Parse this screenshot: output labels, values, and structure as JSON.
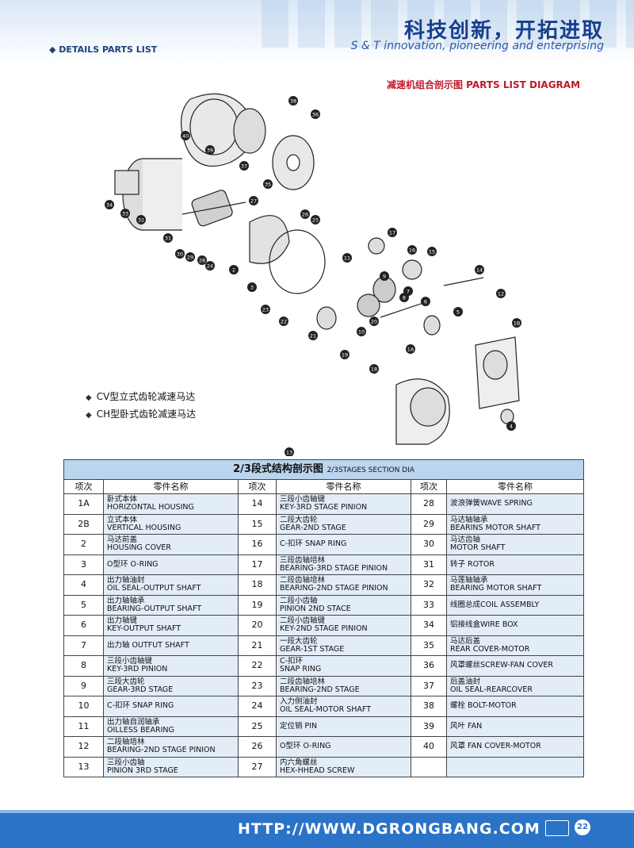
{
  "header": {
    "slogan_cn": "科技创新，开拓进取",
    "slogan_en": "S & T innovation, pioneering and enterprising",
    "section": "DETAILS PARTS LIST",
    "diagram_title": "减速机组合剖示图 PARTS LIST DIAGRAM"
  },
  "diagram_labels": [
    "1A",
    "1B",
    "2",
    "3",
    "4",
    "5",
    "6",
    "7",
    "8",
    "9",
    "10",
    "11",
    "12",
    "13",
    "14",
    "15",
    "16",
    "17",
    "18",
    "19",
    "20",
    "21",
    "22",
    "23",
    "24",
    "25",
    "26",
    "27",
    "28",
    "29",
    "30",
    "31",
    "32",
    "33",
    "34",
    "35",
    "36",
    "37",
    "38",
    "39",
    "40"
  ],
  "legend": [
    "CV型立式齿轮减速马达",
    "CH型卧式齿轮减速马达"
  ],
  "table": {
    "title": "2/3段式结构剖示图",
    "title_en": "2/3STAGES SECTION DIA",
    "col_no": "项次",
    "col_name": "零件名称",
    "rows": [
      [
        [
          "1A",
          "卧式本体",
          "HORIZONTAL HOUSING"
        ],
        [
          "14",
          "三段小齿轴键",
          "KEY-3RD STAGE PINION"
        ],
        [
          "28",
          "",
          "波浪弹簧WAVE SPRING"
        ]
      ],
      [
        [
          "2B",
          "立式本体",
          "VERTICAL HOUSING"
        ],
        [
          "15",
          "二段大齿轮",
          "GEAR-2ND STAGE"
        ],
        [
          "29",
          "马达轴轴承",
          "BEARINS MOTOR SHAFT"
        ]
      ],
      [
        [
          "2",
          "马达前盖",
          "HOUSING COVER"
        ],
        [
          "16",
          "",
          "C-扣环 SNAP RING"
        ],
        [
          "30",
          "马达齿轴",
          "MOTOR SHAFT"
        ]
      ],
      [
        [
          "3",
          "",
          "O型环 O-RING"
        ],
        [
          "17",
          "三段齿轴培林",
          "BEARING-3RD STAGE PINION"
        ],
        [
          "31",
          "",
          "转子 ROTOR"
        ]
      ],
      [
        [
          "4",
          "出力轴油封",
          "OIL SEAL-OUTPUT SHAFT"
        ],
        [
          "18",
          "二段齿轴培林",
          "BEARING-2ND STAGE PINION"
        ],
        [
          "32",
          "马莲轴轴承",
          "BEARING MOTOR SHAFT"
        ]
      ],
      [
        [
          "5",
          "出力轴轴承",
          "BEARING-OUTPUT SHAFT"
        ],
        [
          "19",
          "二段小齿轴",
          "PINION 2ND STACE"
        ],
        [
          "33",
          "",
          "线圈总成COIL ASSEMBLY"
        ]
      ],
      [
        [
          "6",
          "出力轴键",
          "KEY-OUTPUT SHAFT"
        ],
        [
          "20",
          "二段小齿轴键",
          "KEY-2ND STAGE PINION"
        ],
        [
          "34",
          "",
          "铝接线盒WIRE BOX"
        ]
      ],
      [
        [
          "7",
          "",
          "出力轴 OUTFUT SHAFT"
        ],
        [
          "21",
          "一段大齿轮",
          "GEAR-1ST STAGE"
        ],
        [
          "35",
          "马达后盖",
          "REAR COVER-MOTOR"
        ]
      ],
      [
        [
          "8",
          "三段小齿轴键",
          "KEY-3RD PINION"
        ],
        [
          "22",
          "C-扣环",
          "SNAP RING"
        ],
        [
          "36",
          "",
          "风罩螺丝SCREW-FAN COVER"
        ]
      ],
      [
        [
          "9",
          "三段大齿轮",
          "GEAR-3RD STAGE"
        ],
        [
          "23",
          "二段齿轴培林",
          "BEARING-2ND STAGE"
        ],
        [
          "37",
          "后盖油封",
          "OIL SEAL-REARCOVER"
        ]
      ],
      [
        [
          "10",
          "",
          "C-扣环 SNAP RING"
        ],
        [
          "24",
          "入力侧油封",
          "OIL SEAL-MOTOR SHAFT"
        ],
        [
          "38",
          "",
          "螺栓 BOLT-MOTOR"
        ]
      ],
      [
        [
          "11",
          "出力轴自润轴承",
          "OILLESS BEARING"
        ],
        [
          "25",
          "",
          "定位销 PIN"
        ],
        [
          "39",
          "",
          "风叶 FAN"
        ]
      ],
      [
        [
          "12",
          "二段轴培林",
          "BEARING-2ND STAGE PINION"
        ],
        [
          "26",
          "",
          "O型环 O-RING"
        ],
        [
          "40",
          "",
          "风罩 FAN COVER-MOTOR"
        ]
      ],
      [
        [
          "13",
          "三段小齿轴",
          "PINION 3RD STAGE"
        ],
        [
          "27",
          "内六角螺丝",
          "HEX-HHEAD SCREW"
        ],
        [
          "",
          "",
          " "
        ]
      ]
    ]
  },
  "footer": {
    "url": "HTTP://WWW.DGRONGBANG.COM",
    "page": "22"
  },
  "colors": {
    "brand_blue": "#2a73c7",
    "title_red": "#c0192a",
    "table_header": "#bcd5ee",
    "cell_fill": "#e3edf8"
  }
}
